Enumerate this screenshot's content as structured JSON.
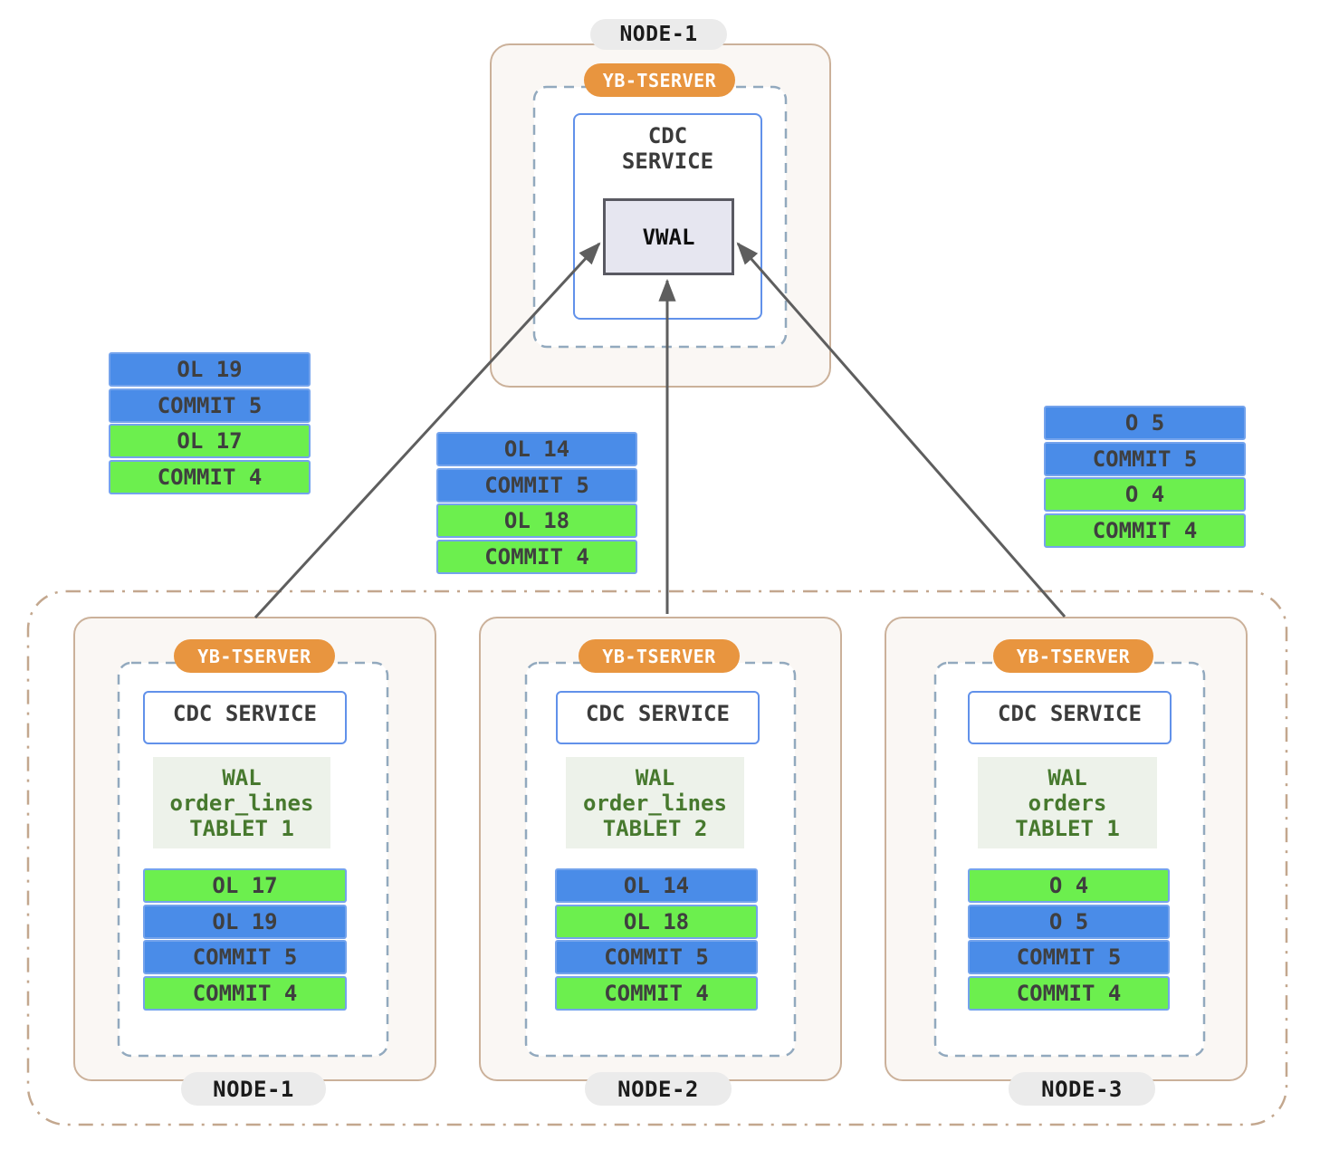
{
  "colors": {
    "background": "#ffffff",
    "node_fill": "#faf7f4",
    "node_border": "#cbb19a",
    "cluster_border": "#c3a78e",
    "tserver_dashed_border": "#92a9be",
    "tserver_pill": "#e8953f",
    "tserver_pill_text": "#ffffff",
    "node_pill": "#ebebeb",
    "node_pill_text": "#1b1b1b",
    "cdc_box_border": "#6191ea",
    "cdc_box_fill": "#ffffff",
    "cdc_box_text": "#3b3b3b",
    "vwal_fill": "#e6e6f0",
    "vwal_border": "#595962",
    "wal_fill": "#edf2ea",
    "wal_text": "#47792e",
    "record_blue": "#4a8ce8",
    "record_green": "#6cef4e",
    "record_border": "#74a3ec",
    "record_text": "#3f3f3f",
    "arrow": "#5e5e5e"
  },
  "top_node": {
    "name_label": "NODE-1",
    "tserver_label": "YB-TSERVER",
    "cdc_line1": "CDC",
    "cdc_line2": "SERVICE",
    "vwal_label": "VWAL"
  },
  "floating_stacks": {
    "left": {
      "rows": [
        {
          "label": "OL 19",
          "color": "#4a8ce8"
        },
        {
          "label": "COMMIT 5",
          "color": "#4a8ce8"
        },
        {
          "label": "OL 17",
          "color": "#6cef4e"
        },
        {
          "label": "COMMIT 4",
          "color": "#6cef4e"
        }
      ]
    },
    "middle": {
      "rows": [
        {
          "label": "OL 14",
          "color": "#4a8ce8"
        },
        {
          "label": "COMMIT 5",
          "color": "#4a8ce8"
        },
        {
          "label": "OL 18",
          "color": "#6cef4e"
        },
        {
          "label": "COMMIT 4",
          "color": "#6cef4e"
        }
      ]
    },
    "right": {
      "rows": [
        {
          "label": "O 5",
          "color": "#4a8ce8"
        },
        {
          "label": "COMMIT 5",
          "color": "#4a8ce8"
        },
        {
          "label": "O 4",
          "color": "#6cef4e"
        },
        {
          "label": "COMMIT 4",
          "color": "#6cef4e"
        }
      ]
    }
  },
  "cluster": {
    "nodes": [
      {
        "name_label": "NODE-1",
        "tserver_label": "YB-TSERVER",
        "cdc_label": "CDC SERVICE",
        "wal_line1": "WAL",
        "wal_line2": "order_lines",
        "wal_line3": "TABLET 1",
        "rows": [
          {
            "label": "OL 17",
            "color": "#6cef4e"
          },
          {
            "label": "OL 19",
            "color": "#4a8ce8"
          },
          {
            "label": "COMMIT 5",
            "color": "#4a8ce8"
          },
          {
            "label": "COMMIT 4",
            "color": "#6cef4e"
          }
        ]
      },
      {
        "name_label": "NODE-2",
        "tserver_label": "YB-TSERVER",
        "cdc_label": "CDC SERVICE",
        "wal_line1": "WAL",
        "wal_line2": "order_lines",
        "wal_line3": "TABLET 2",
        "rows": [
          {
            "label": "OL 14",
            "color": "#4a8ce8"
          },
          {
            "label": "OL 18",
            "color": "#6cef4e"
          },
          {
            "label": "COMMIT 5",
            "color": "#4a8ce8"
          },
          {
            "label": "COMMIT 4",
            "color": "#6cef4e"
          }
        ]
      },
      {
        "name_label": "NODE-3",
        "tserver_label": "YB-TSERVER",
        "cdc_label": "CDC SERVICE",
        "wal_line1": "WAL",
        "wal_line2": "orders",
        "wal_line3": "TABLET 1",
        "rows": [
          {
            "label": "O 4",
            "color": "#6cef4e"
          },
          {
            "label": "O 5",
            "color": "#4a8ce8"
          },
          {
            "label": "COMMIT 5",
            "color": "#4a8ce8"
          },
          {
            "label": "COMMIT 4",
            "color": "#6cef4e"
          }
        ]
      }
    ]
  }
}
